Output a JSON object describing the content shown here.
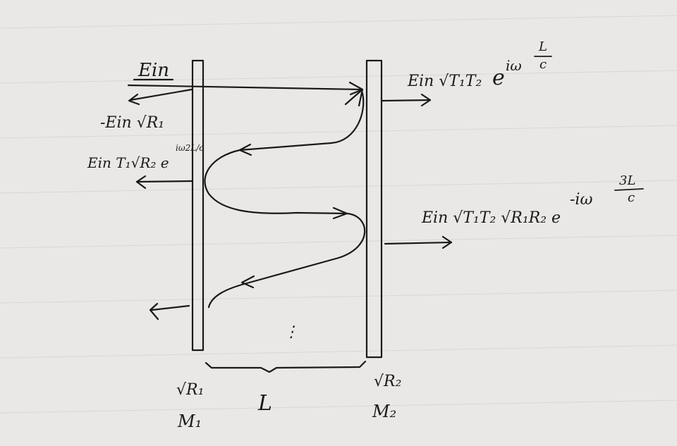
{
  "labels": {
    "incident": "Ein",
    "reflected_first": "-Ein √R₁",
    "reflected_second": "Ein T₁√R₂ e",
    "reflected_second_exp": "iω2L/c",
    "transmitted_first": "Ein √T₁T₂",
    "transmitted_first_exp": "e",
    "transmitted_first_exp_sup": "iω",
    "transmitted_first_frac_num": "L",
    "transmitted_first_frac_den": "c",
    "transmitted_second": "Ein √T₁T₂ √R₁R₂ e",
    "transmitted_second_exp_sup": "-iω",
    "transmitted_second_frac_num": "3L",
    "transmitted_second_frac_den": "c",
    "ellipsis": "⋮",
    "mirror1_reflectivity": "√R₁",
    "mirror1_name": "M₁",
    "mirror2_reflectivity": "√R₂",
    "mirror2_name": "M₂",
    "cavity_length": "L"
  }
}
